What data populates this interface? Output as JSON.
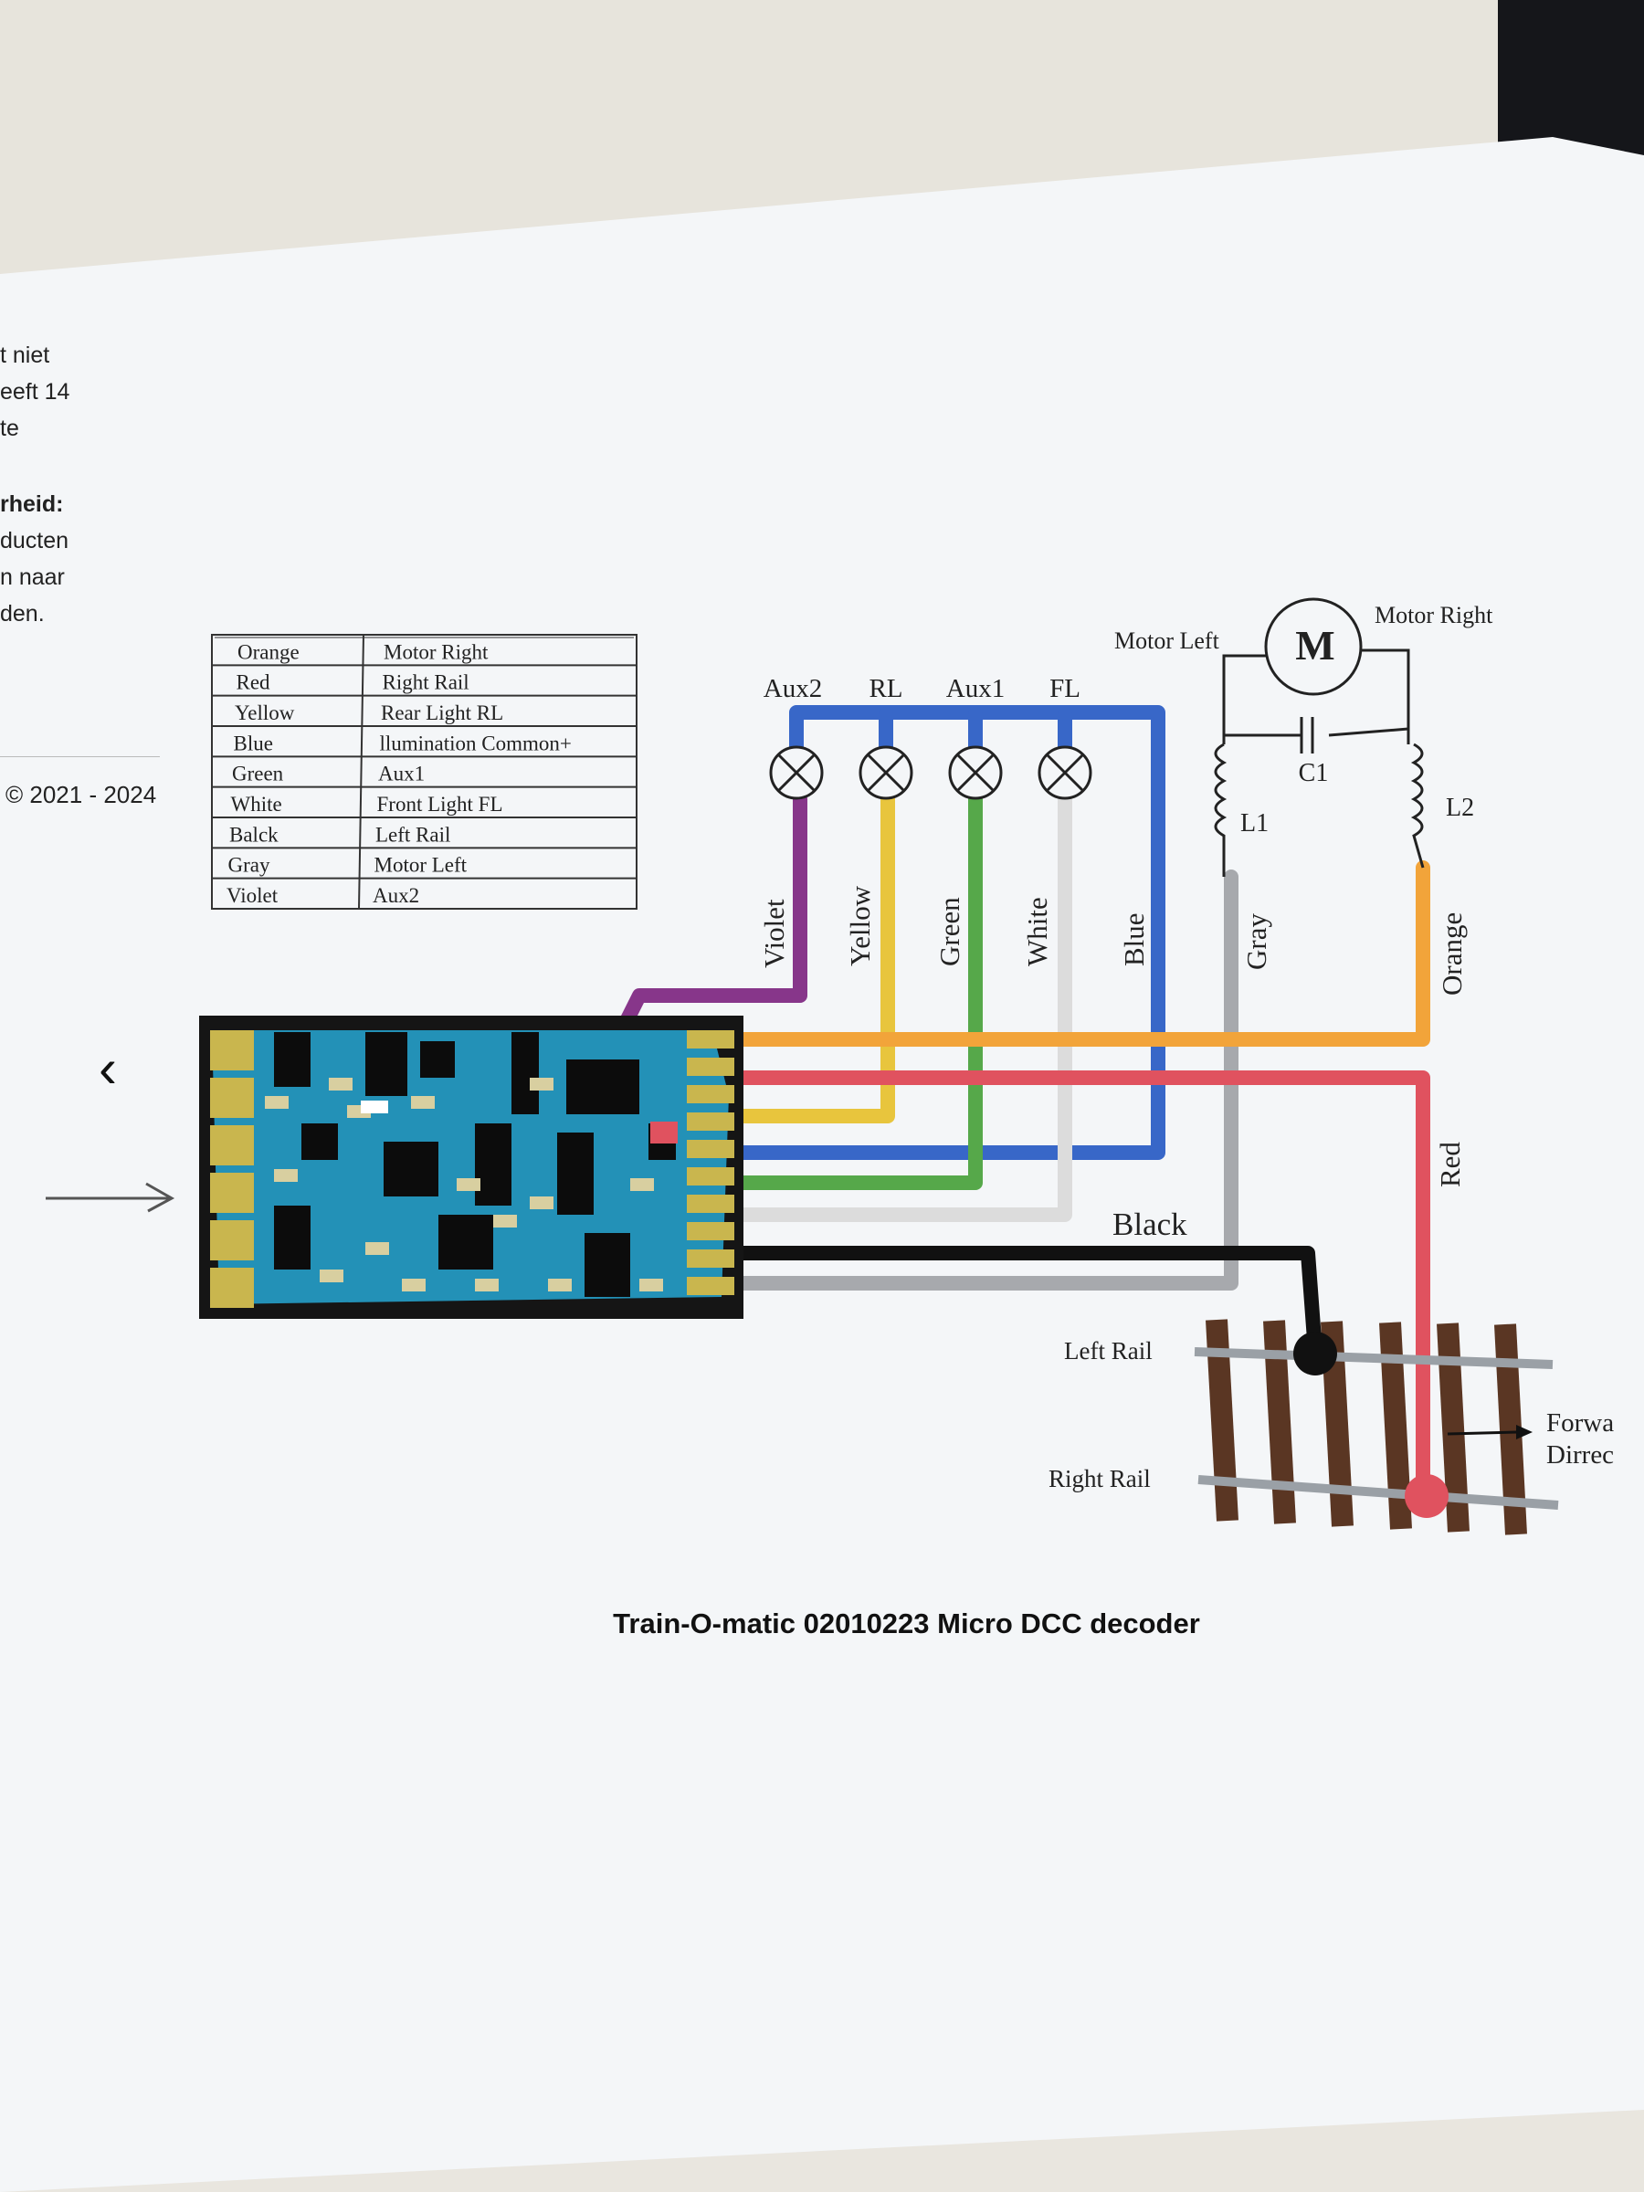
{
  "left_text": {
    "lines": [
      "t niet",
      "eeft 14",
      "te"
    ],
    "bold_line": "rheid:",
    "lines2": [
      "ducten",
      "n naar",
      "den."
    ],
    "copyright": "© 2021 - 2024"
  },
  "nav": {
    "prev_icon": "chevron-left-icon",
    "prev_glyph": "‹"
  },
  "color_table": {
    "rows": [
      {
        "color": "Orange",
        "function": "Motor Right"
      },
      {
        "color": "Red",
        "function": "Right Rail"
      },
      {
        "color": "Yellow",
        "function": "Rear Light RL"
      },
      {
        "color": "Blue",
        "function": "llumination Common+"
      },
      {
        "color": "Green",
        "function": "Aux1"
      },
      {
        "color": "White",
        "function": "Front Light   FL"
      },
      {
        "color": "Balck",
        "function": "Left Rail"
      },
      {
        "color": "Gray",
        "function": "Motor Left"
      },
      {
        "color": "Violet",
        "function": "Aux2"
      }
    ]
  },
  "lamps": {
    "labels": [
      "Aux2",
      "RL",
      "Aux1",
      "FL"
    ]
  },
  "wires": {
    "violet": "Violet",
    "yellow": "Yellow",
    "green": "Green",
    "white": "White",
    "blue": "Blue",
    "gray": "Gray",
    "orange": "Orange",
    "black": "Black",
    "red": "Red"
  },
  "motor": {
    "symbol": "M",
    "left_label": "Motor Left",
    "right_label": "Motor Right",
    "capacitor": "C1",
    "coil_left": "L1",
    "coil_right": "L2"
  },
  "track": {
    "left_rail": "Left Rail",
    "right_rail": "Right Rail",
    "direction_line1": "Forwa",
    "direction_line2": "Dirrec"
  },
  "caption": "Train-O-matic 02010223 Micro DCC decoder",
  "colors": {
    "orange": "#f2a43a",
    "red": "#e0525f",
    "yellow": "#e8c53d",
    "blue": "#3867c8",
    "green": "#56a84a",
    "white": "#e2e2e2",
    "gray": "#a7a9ad",
    "black": "#111111",
    "violet": "#87368a",
    "pcb": "#2391b7",
    "pad": "#c9b64e",
    "sleeper": "#5a3623"
  }
}
